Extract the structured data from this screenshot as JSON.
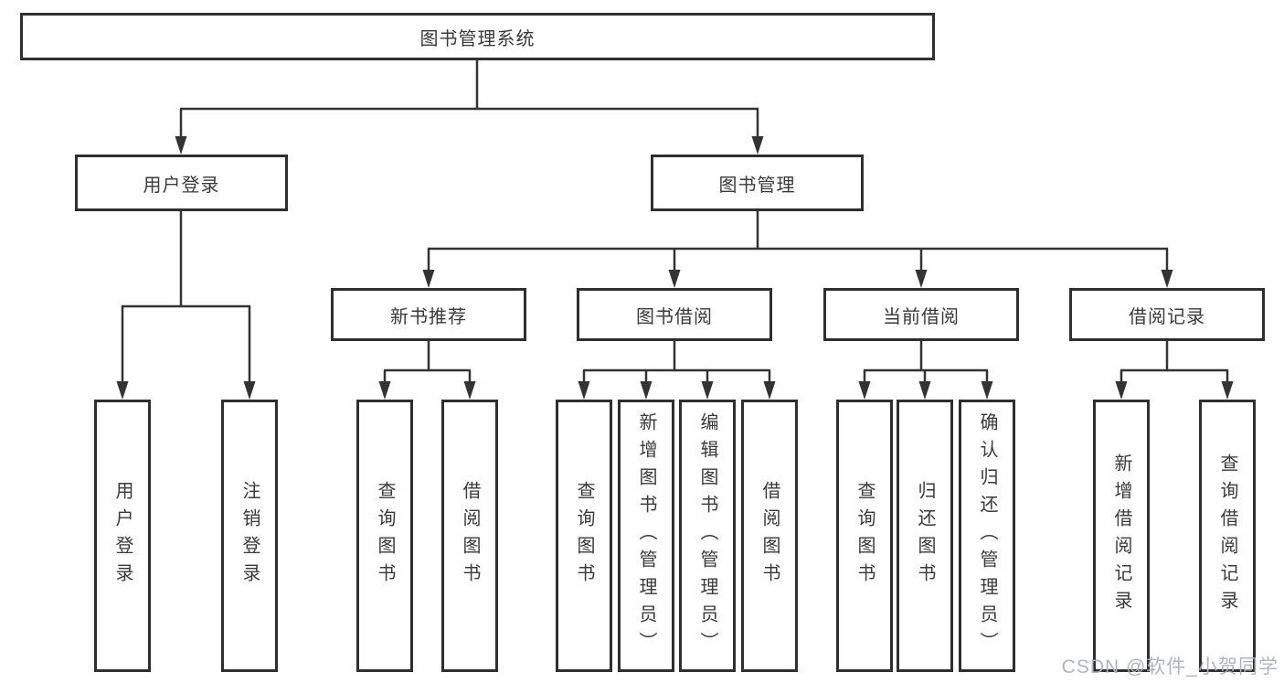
{
  "diagram": {
    "title": "图书管理系统",
    "line_color": "#333333",
    "root": {
      "label": "图书管理系统"
    },
    "branches": {
      "user_login": {
        "label": "用户登录",
        "children": [
          "用户登录",
          "注销登录"
        ]
      },
      "book_management": {
        "label": "图书管理"
      }
    },
    "modules": {
      "new_book": {
        "label": "新书推荐",
        "children": [
          "查询图书",
          "借阅图书"
        ]
      },
      "borrow": {
        "label": "图书借阅",
        "children": [
          "查询图书",
          "新增图书（管理员）",
          "编辑图书（管理员）",
          "借阅图书"
        ]
      },
      "current": {
        "label": "当前借阅",
        "children": [
          "查询图书",
          "归还图书",
          "确认归还（管理员）"
        ]
      },
      "records": {
        "label": "借阅记录",
        "children": [
          "新增借阅记录",
          "查询借阅记录"
        ]
      }
    }
  },
  "watermark": "CSDN @软件_小贺同学"
}
